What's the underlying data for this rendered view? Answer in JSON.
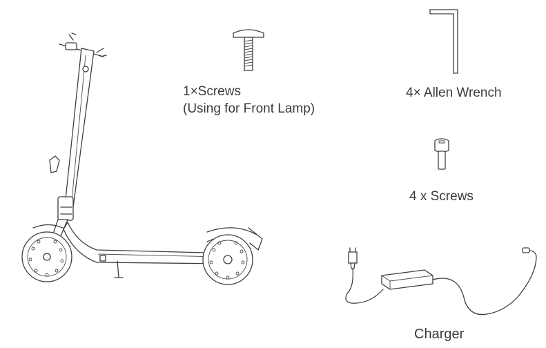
{
  "figure": {
    "items": [
      {
        "id": "front-lamp-screw",
        "label_line1": "1×Screws",
        "label_line2": "(Using for Front Lamp)"
      },
      {
        "id": "allen-wrench",
        "label": "4× Allen Wrench"
      },
      {
        "id": "small-screws",
        "label": "4 x Screws"
      },
      {
        "id": "charger",
        "label": "Charger"
      }
    ],
    "icons": {
      "scooter": "electric-scooter-icon",
      "front_lamp_screw": "screw-icon",
      "allen_wrench": "allen-wrench-icon",
      "small_screws": "socket-screw-icon",
      "charger": "charger-icon"
    },
    "colors": {
      "line": "#3d3d3d",
      "text": "#3a3a3a",
      "background": "#ffffff"
    }
  }
}
